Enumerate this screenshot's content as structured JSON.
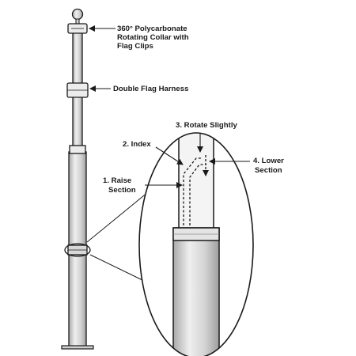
{
  "labels": {
    "collar_line1": "360° Polycarbonate",
    "collar_line2": "Rotating Collar with",
    "collar_line3": "Flag Clips",
    "harness": "Double Flag Harness",
    "rotate": "3. Rotate Slightly",
    "index": "2. Index",
    "raise_line1": "1. Raise",
    "raise_line2": "Section",
    "lower_line1": "4. Lower",
    "lower_line2": "Section"
  },
  "colors": {
    "pole_fill": "#dcdcdc",
    "pole_shade": "#a9a9a9",
    "outline": "#1a1a1a"
  },
  "icons": [
    "ball-finial",
    "arrow-left",
    "arrow-down",
    "dashed-slot-guide",
    "magnifier-ellipse"
  ]
}
